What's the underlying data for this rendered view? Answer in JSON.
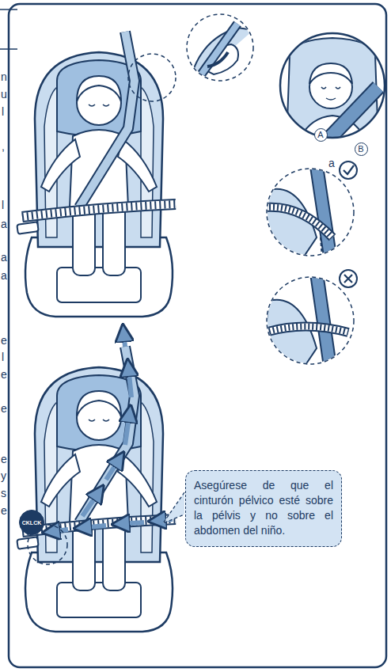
{
  "diagram": {
    "nodes": [
      {
        "text": [
          "A"
        ]
      },
      {
        "text": [
          "B"
        ]
      },
      {
        "text": [
          "CKLCK"
        ]
      },
      {
        "text": [
          "Asegúrese de que el cinturón pélvico esté sobre la pélvis y no sobre el abdomen del niño."
        ]
      }
    ],
    "labels": [
      "a",
      "n",
      "u",
      "l",
      ",",
      "l",
      "a",
      "a",
      "a",
      "e",
      "l",
      "e",
      "e",
      "e",
      "y",
      "s",
      "e"
    ]
  }
}
